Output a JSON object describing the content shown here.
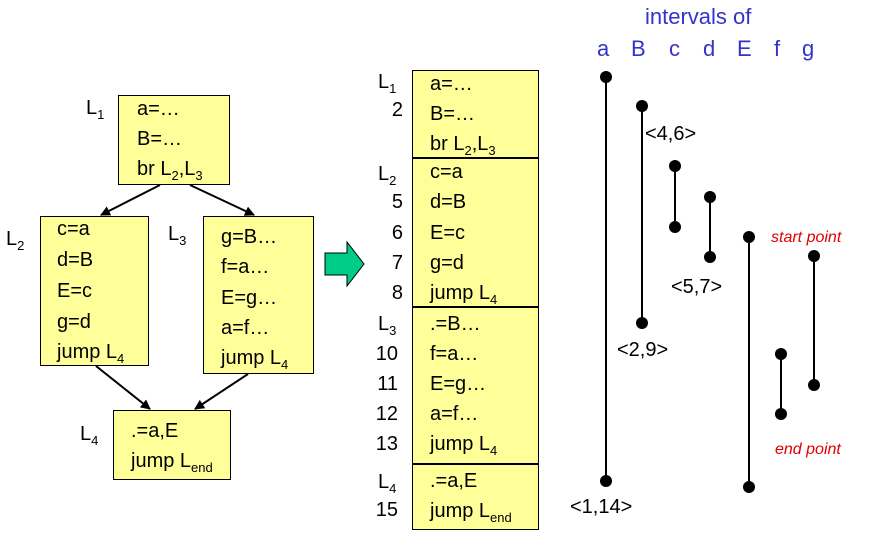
{
  "header": {
    "title": "intervals of",
    "variables": [
      "a",
      "B",
      "c",
      "d",
      "E",
      "f",
      "g"
    ]
  },
  "cfg": {
    "L1": {
      "label": "L",
      "sub": "1",
      "lines": [
        "a=…",
        "B=…"
      ],
      "br": "br  L",
      "br_sub1": "2",
      "br_mid": ",L",
      "br_sub2": "3"
    },
    "L2": {
      "label": "L",
      "sub": "2",
      "lines": [
        "c=a",
        "d=B",
        "E=c",
        "g=d"
      ],
      "jump": "jump L",
      "jump_sub": "4"
    },
    "L3": {
      "label": "L",
      "sub": "3",
      "lines": [
        "g=B…",
        "f=a…",
        "E=g…",
        "a=f…"
      ],
      "jump": "jump L",
      "jump_sub": "4"
    },
    "L4": {
      "label": "L",
      "sub": "4",
      "lines": [
        ".=a,E"
      ],
      "jump": "jump  L",
      "jump_sub": "end"
    }
  },
  "linear": {
    "blocks": [
      {
        "label": "L",
        "sub": "1",
        "num": "2",
        "lines": [
          "a=…",
          "B=…"
        ],
        "last": "br  L",
        "last_sub": "2",
        "last_mid": ",L",
        "last_sub2": "3"
      },
      {
        "label": "L",
        "sub": "2",
        "nums": [
          "5",
          "6",
          "7",
          "8"
        ],
        "lines": [
          "c=a",
          "d=B",
          "E=c",
          "g=d"
        ],
        "last": "jump L",
        "last_sub": "4"
      },
      {
        "label": "L",
        "sub": "3",
        "nums": [
          "10",
          "11",
          "12",
          "13"
        ],
        "lines": [
          ".=B…",
          "f=a…",
          "E=g…",
          "a=f…"
        ],
        "last": "jump L",
        "last_sub": "4"
      },
      {
        "label": "L",
        "sub": "4",
        "num": "15",
        "lines": [
          ".=a,E"
        ],
        "last": "jump L",
        "last_sub": "end"
      }
    ]
  },
  "intervals": {
    "a": "<1,14>",
    "B": "<2,9>",
    "c": "<4,6>",
    "d": "<5,7>"
  },
  "annotations": {
    "start": "start point",
    "end": "end point"
  },
  "colors": {
    "box_fill": "#ffff99",
    "arrow": "#00cc88",
    "header": "#3333cc",
    "note": "#e00000"
  }
}
